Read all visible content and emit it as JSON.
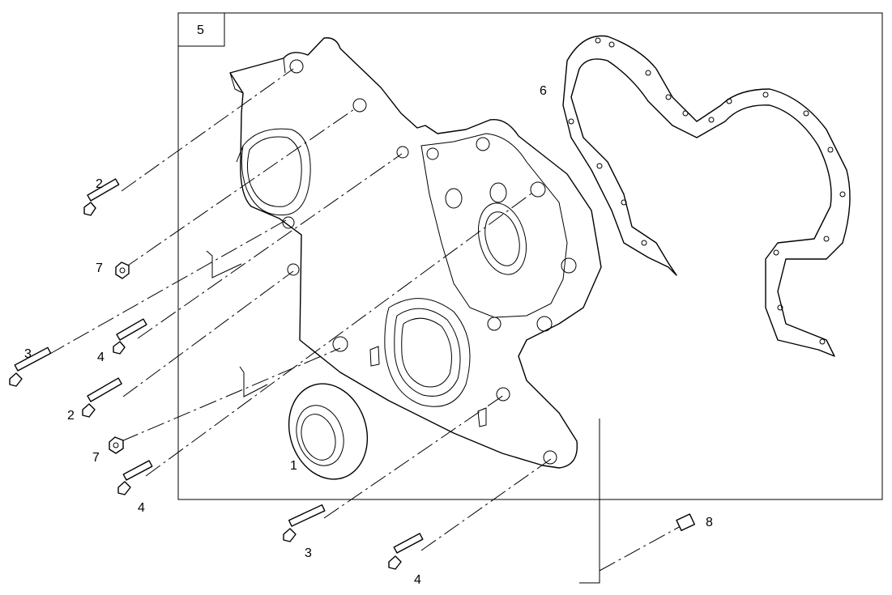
{
  "diagram": {
    "group_label": "5",
    "callouts": {
      "seal": "1",
      "bolt_upper_left": "2",
      "nut_upper": "7",
      "bolt_long_left": "3",
      "bolt_mid_left": "4",
      "bolt_lower_left": "2",
      "nut_lower": "7",
      "bolt_bottom_left": "4",
      "bolt_bottom_center": "3",
      "bolt_bottom_right": "4",
      "gasket": "6",
      "dowel": "8"
    }
  }
}
